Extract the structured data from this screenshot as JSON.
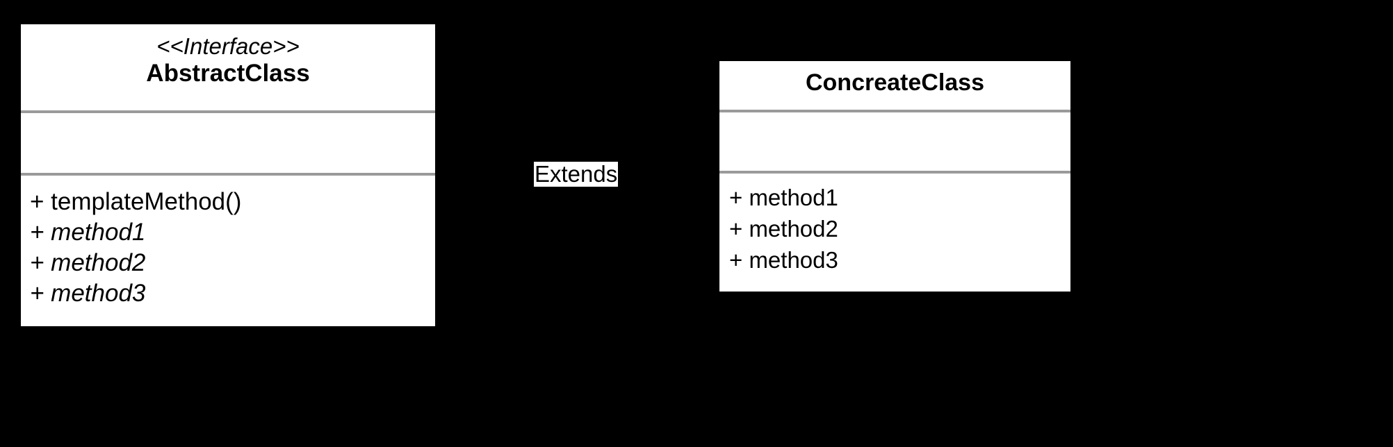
{
  "diagram": {
    "type": "uml-class-diagram",
    "background_color": "#000000",
    "box_fill_color": "#ffffff",
    "separator_color": "#9a9a9a",
    "text_color": "#000000"
  },
  "abstract_class": {
    "stereotype": "<<Interface>>",
    "name": "AbstractClass",
    "attributes": [],
    "operations": [
      {
        "text": "+ templateMethod()",
        "italic": false
      },
      {
        "text": "+ method1",
        "italic": true
      },
      {
        "text": "+ method2",
        "italic": true
      },
      {
        "text": "+ method3",
        "italic": true
      }
    ]
  },
  "concreate_class": {
    "stereotype": "",
    "name": "ConcreateClass",
    "attributes": [],
    "operations": [
      {
        "text": "+ method1",
        "italic": false
      },
      {
        "text": "+ method2",
        "italic": false
      },
      {
        "text": "+ method3",
        "italic": false
      }
    ]
  },
  "relationship": {
    "label": "Extends"
  }
}
